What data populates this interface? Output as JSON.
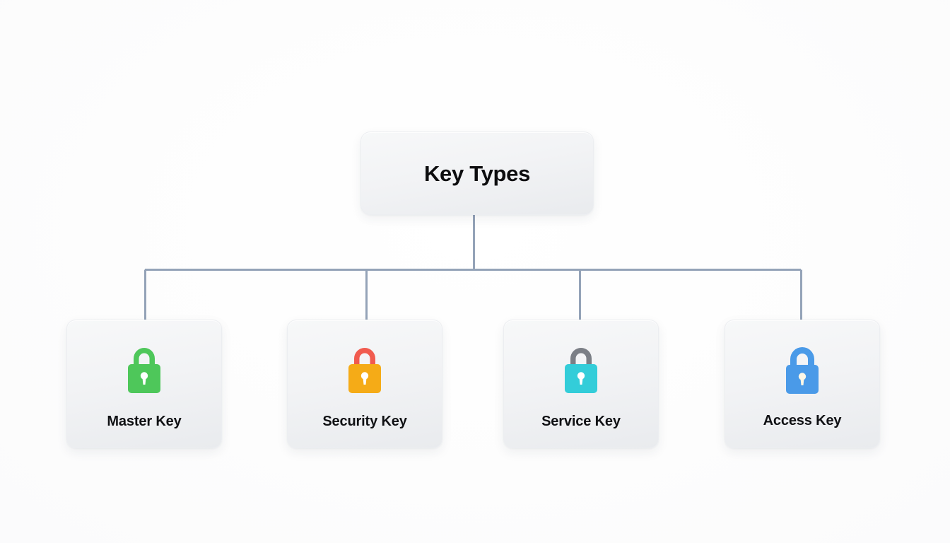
{
  "diagram": {
    "title": "Key Types",
    "type": "org-chart",
    "background_color": "#fdfdfd",
    "connector_color": "#94a3b8",
    "root": {
      "label": "Key Types",
      "name": "root-node"
    },
    "children": [
      {
        "label": "Master Key",
        "icon": "padlock-icon",
        "body_color": "#4ec75a",
        "shackle_color": "#4ec75a",
        "keyhole_color": "#ffffff"
      },
      {
        "label": "Security Key",
        "icon": "padlock-icon",
        "body_color": "#f5ab17",
        "shackle_color": "#f15b4f",
        "keyhole_color": "#ffffff"
      },
      {
        "label": "Service Key",
        "icon": "padlock-icon",
        "body_color": "#33cdd9",
        "shackle_color": "#7b7f86",
        "keyhole_color": "#ffffff"
      },
      {
        "label": "Access Key",
        "icon": "padlock-icon",
        "body_color": "#4a9ae8",
        "shackle_color": "#4a9ae8",
        "keyhole_color": "#fdf7e6"
      }
    ]
  }
}
